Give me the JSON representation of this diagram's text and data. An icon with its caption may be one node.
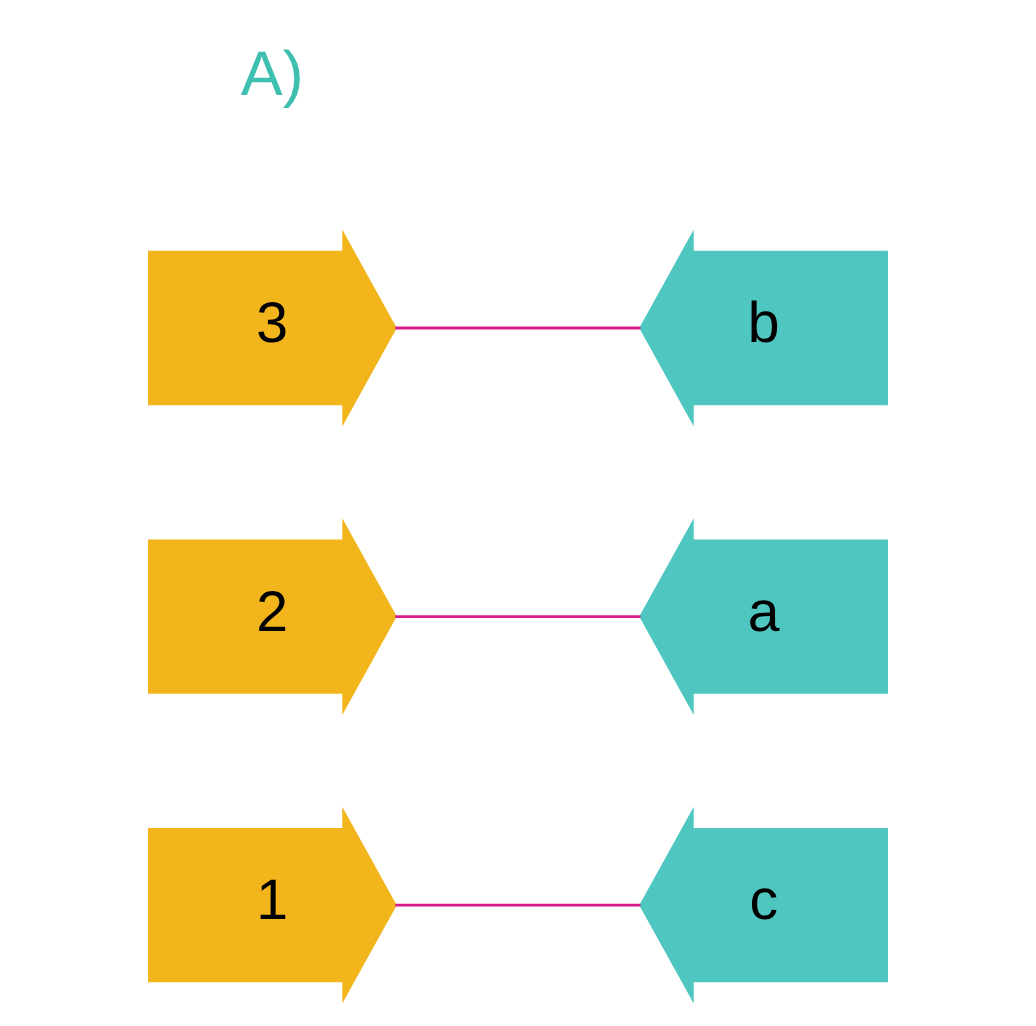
{
  "diagram": {
    "nodes": [
      {
        "text": [
          "1"
        ]
      },
      {
        "text": [
          "2"
        ]
      },
      {
        "text": [
          "3"
        ]
      },
      {
        "text": [
          "a"
        ]
      },
      {
        "text": [
          "b"
        ]
      },
      {
        "text": [
          "c"
        ]
      }
    ],
    "edges": [
      {
        "from": 0,
        "to": 5,
        "arrow": "none"
      },
      {
        "from": 1,
        "to": 3,
        "arrow": "none"
      },
      {
        "from": 2,
        "to": 4,
        "arrow": "none"
      }
    ],
    "labels": [
      "A)"
    ]
  }
}
